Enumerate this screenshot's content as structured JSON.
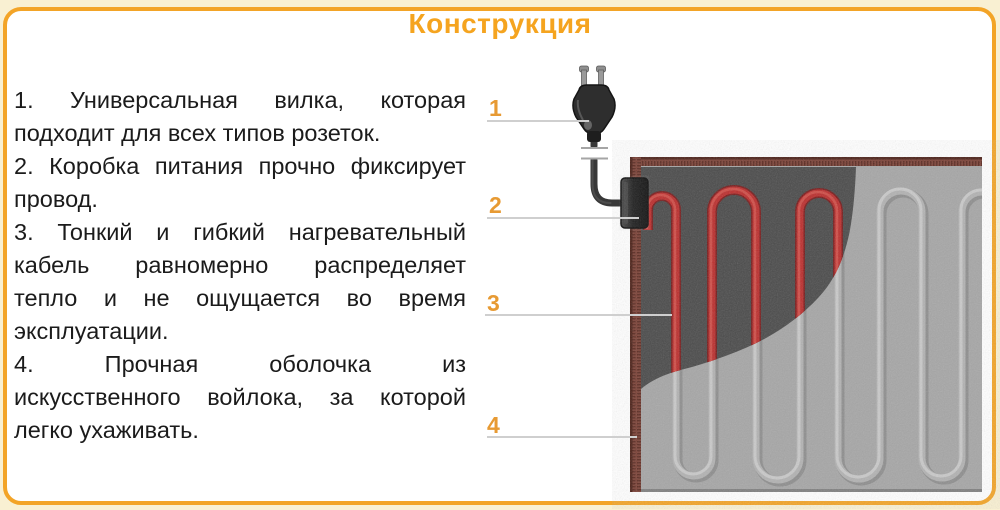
{
  "title": "Конструкция",
  "description": {
    "lines": [
      {
        "text": "1. Универсальная вилка, которая"
      },
      {
        "text": "подходит для всех типов розеток."
      },
      {
        "text": "2. Коробка питания прочно фиксирует"
      },
      {
        "text": "провод."
      },
      {
        "text": "3. Тонкий и гибкий нагревательный"
      },
      {
        "text": "кабель равномерно распределяет"
      },
      {
        "text": "тепло и не ощущается во время"
      },
      {
        "text": "эксплуатации."
      },
      {
        "text": "4. Прочная оболочка из"
      },
      {
        "text": "искусственного войлока, за которой"
      },
      {
        "text": "легко ухаживать."
      }
    ]
  },
  "callouts": [
    {
      "label": "1"
    },
    {
      "label": "2"
    },
    {
      "label": "3"
    },
    {
      "label": "4"
    }
  ],
  "illustration": {
    "parts": [
      "power-plug",
      "cord-break-marks",
      "power-box",
      "heating-mat",
      "mat-cutaway",
      "heating-cable",
      "embossed-cable-ridges"
    ]
  },
  "colors": {
    "accent_orange": "#F5A41F",
    "frame_border": "#F3A427",
    "page_background": "#F9F0D2",
    "callout_number": "#E79A33",
    "leader_line": "#CFCFCF",
    "text": "#1B1B1B",
    "mat_border": "#7B4136",
    "felt_light": "#A6A6A6",
    "felt_dark": "#4A4A4A",
    "cable_red": "#BB2D2C"
  }
}
